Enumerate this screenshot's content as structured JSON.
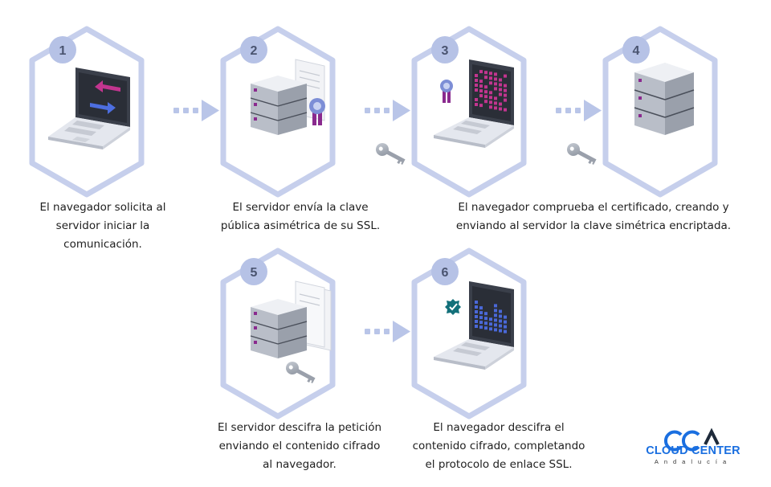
{
  "steps": [
    {
      "number": "1",
      "lines": [
        "El navegador solicita al",
        "servidor iniciar la",
        "comunicación."
      ]
    },
    {
      "number": "2",
      "lines": [
        "El servidor envía la clave",
        "pública asimétrica de su SSL."
      ]
    },
    {
      "number": "3",
      "lines": [
        "El navegador comprueba el certificado, creando y",
        "enviando al servidor la clave simétrica encriptada."
      ]
    },
    {
      "number": "4",
      "lines": []
    },
    {
      "number": "5",
      "lines": [
        "El servidor descifra la petición",
        "enviando el contenido cifrado",
        "al navegador."
      ]
    },
    {
      "number": "6",
      "lines": [
        "El navegador descifra el",
        "contenido cifrado, completando",
        "el protocolo de enlace SSL."
      ]
    }
  ],
  "logo": {
    "name": "CLOUD CENTER",
    "region": "Andalucía"
  },
  "colors": {
    "hex_stroke": "#c6cfec",
    "badge": "#b6c2e6",
    "badge_text": "#4a5470",
    "arrow": "#b9c5e8",
    "accent_purple": "#8a2a8e",
    "accent_blue": "#4a68d8",
    "logo_blue": "#1a6fe0"
  }
}
